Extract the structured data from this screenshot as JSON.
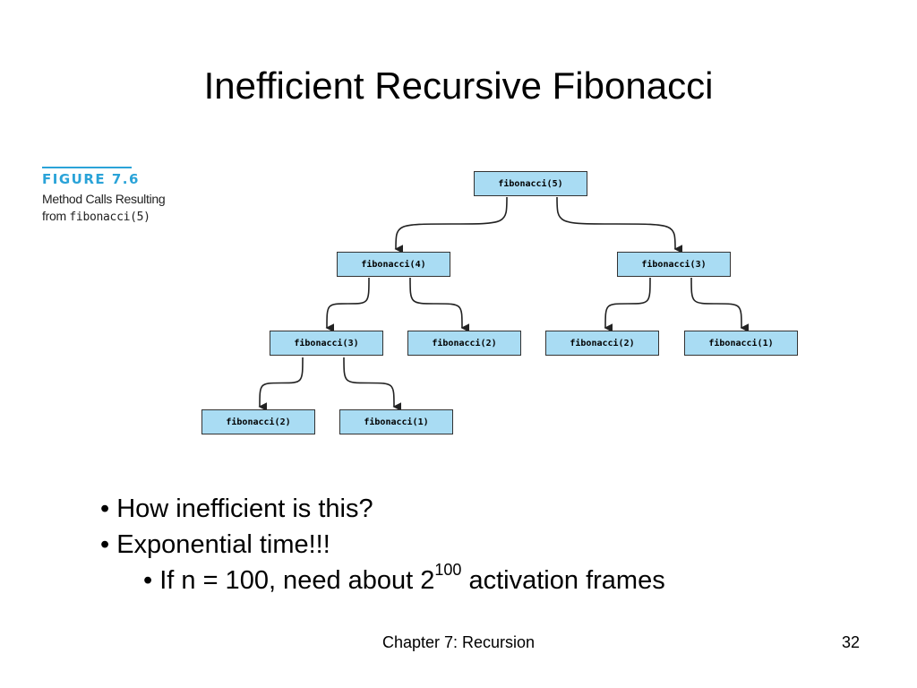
{
  "title": "Inefficient Recursive Fibonacci",
  "figure": {
    "number": "FIGURE 7.6",
    "caption_line1": "Method Calls Resulting",
    "caption_line2_prefix": "from ",
    "caption_line2_code": "fibonacci(5)",
    "box_color": "#a9dcf3",
    "nodes": [
      {
        "id": "n5",
        "label": "fibonacci(5)"
      },
      {
        "id": "n4",
        "label": "fibonacci(4)"
      },
      {
        "id": "n3r",
        "label": "fibonacci(3)"
      },
      {
        "id": "n3l",
        "label": "fibonacci(3)"
      },
      {
        "id": "n2a",
        "label": "fibonacci(2)"
      },
      {
        "id": "n2b",
        "label": "fibonacci(2)"
      },
      {
        "id": "n1a",
        "label": "fibonacci(1)"
      },
      {
        "id": "n2c",
        "label": "fibonacci(2)"
      },
      {
        "id": "n1b",
        "label": "fibonacci(1)"
      }
    ]
  },
  "bullets": {
    "b1": "• How inefficient is this?",
    "b2": "• Exponential time!!!",
    "b3_prefix": "• If n = 100, need about 2",
    "b3_sup": "100",
    "b3_suffix": " activation frames"
  },
  "footer": "Chapter 7: Recursion",
  "page_number": "32"
}
